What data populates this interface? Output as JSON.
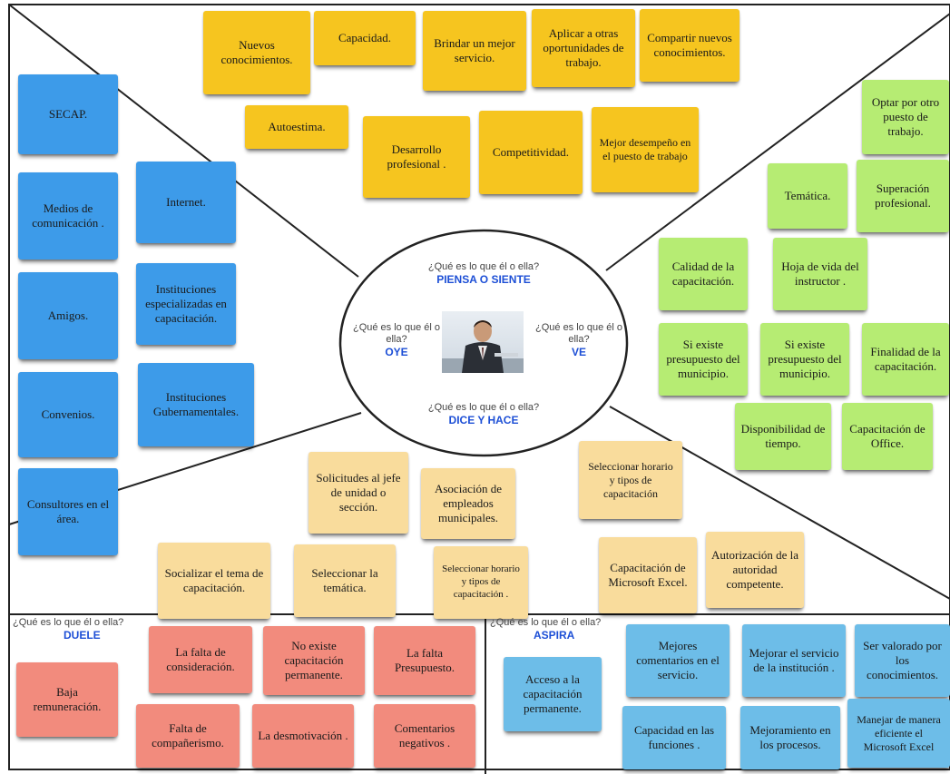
{
  "center": {
    "top": {
      "question": "¿Qué es lo que él o ella?",
      "title": "PIENSA O SIENTE"
    },
    "left": {
      "question": "¿Qué es lo que él o ella?",
      "title": "OYE"
    },
    "right": {
      "question": "¿Qué es lo que él o ella?",
      "title": "VE"
    },
    "bottom": {
      "question": "¿Qué es lo que él o ella?",
      "title": "DICE Y HACE"
    }
  },
  "piensa_notes": [
    "Nuevos conocimientos.",
    "Capacidad.",
    "Brindar un mejor servicio.",
    "Aplicar a otras oportunidades de trabajo.",
    "Compartir nuevos conocimientos.",
    "Autoestima.",
    "Desarrollo profesional .",
    "Competitividad.",
    "Mejor desempeño en el puesto de trabajo"
  ],
  "oye_notes": [
    "SECAP.",
    "Medios de comunicación .",
    "Amigos.",
    "Convenios.",
    "Consultores en el área.",
    "Internet.",
    "Instituciones especializadas en capacitación.",
    "Instituciones Gubernamentales."
  ],
  "ve_notes": [
    "Optar por otro puesto de trabajo.",
    "Temática.",
    "Superación profesional.",
    "Calidad de la capacitación.",
    "Hoja de vida del instructor .",
    "Si existe presupuesto del municipio.",
    "Si existe presupuesto del municipio.",
    "Finalidad de la capacitación.",
    "Disponibilidad de tiempo.",
    "Capacitación de Office."
  ],
  "dice_notes": [
    "Solicitudes al jefe de unidad o sección.",
    "Asociación de empleados municipales.",
    "Seleccionar horario y tipos de capacitación",
    "Socializar el tema de capacitación.",
    "Seleccionar la temática.",
    "Seleccionar horario y tipos de capacitación .",
    "Capacitación de Microsoft Excel.",
    "Autorización de la autoridad competente."
  ],
  "duele": {
    "question": "¿Qué es lo que él o ella?",
    "title": "DUELE",
    "notes": [
      "Baja remuneración.",
      "La falta de consideración.",
      "No existe capacitación permanente.",
      "La falta Presupuesto.",
      "Falta de compañerismo.",
      "La desmotivación .",
      "Comentarios negativos ."
    ]
  },
  "aspira": {
    "question": "¿Qué es lo que él o ella?",
    "title": "ASPIRA",
    "notes": [
      "Acceso a la capacitación permanente.",
      "Mejores comentarios en el servicio.",
      "Mejorar el servicio de la institución .",
      "Ser valorado por los conocimientos.",
      "Capacidad en las funciones .",
      "Mejoramiento en los procesos.",
      "Manejar de manera eficiente el Microsoft Excel"
    ]
  },
  "colors": {
    "piensa": "#f6c51f",
    "oye": "#3d9be9",
    "ve": "#b6ec73",
    "dice": "#f9dc9c",
    "duele": "#f28b7d",
    "aspira": "#6dbde8",
    "title_blue": "#1d4fd6"
  }
}
